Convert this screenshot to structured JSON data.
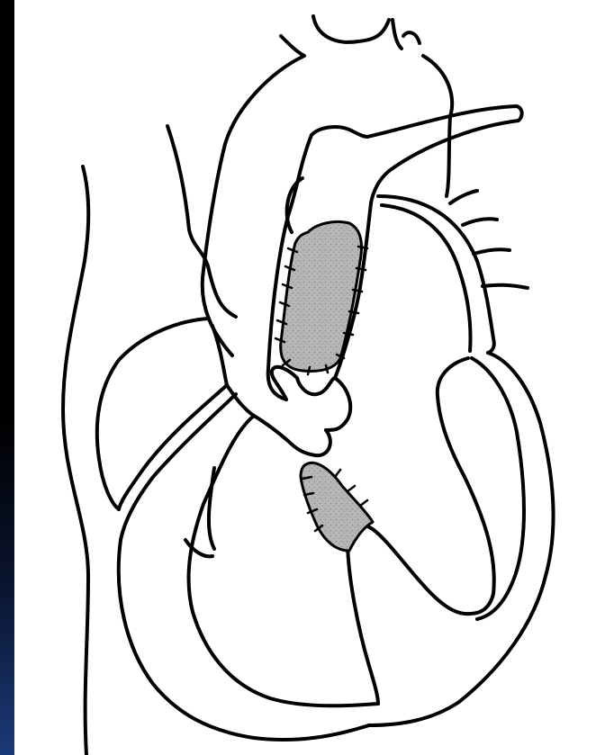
{
  "slide": {
    "background_top": "#000000",
    "background_bottom": "#1c3a78",
    "panel_color": "#ffffff"
  },
  "diagram": {
    "style": "black line drawing, cardiac surgical repair",
    "ink_color": "#000000",
    "patch_color": "#b4b4b4",
    "patches": [
      {
        "name": "baffle-patch",
        "suture_style": "interrupted stitches along edges"
      },
      {
        "name": "septal-defect-patch",
        "suture_style": "interrupted stitches along edges"
      }
    ]
  }
}
